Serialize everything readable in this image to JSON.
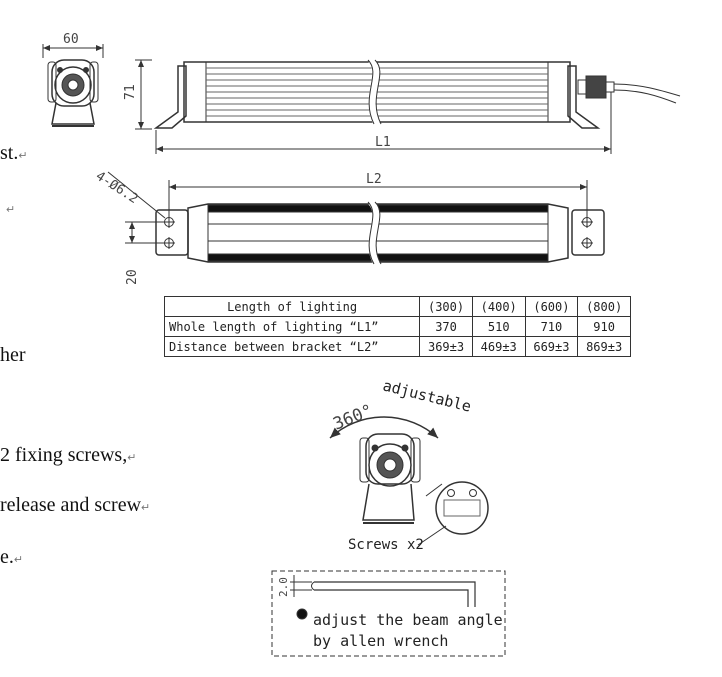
{
  "text_fragments": [
    {
      "text": "st.",
      "mark": "↵"
    },
    {
      "text": "",
      "mark": "↵"
    },
    {
      "text": "her",
      "mark": ""
    },
    {
      "text": "2 fixing screws,",
      "mark": "↵"
    },
    {
      "text": "release and screw",
      "mark": "↵"
    },
    {
      "text": "e.",
      "mark": "↵"
    }
  ],
  "side_view": {
    "width_label": "60",
    "height_label": "71"
  },
  "front_view": {
    "length_label": "L1"
  },
  "top_view": {
    "length_label": "L2",
    "hole_label": "4-Ø6.2",
    "offset_label": "20"
  },
  "spec_table": {
    "header": [
      "Length of lighting",
      "(300)",
      "(400)",
      "(600)",
      "(800)"
    ],
    "rows": [
      {
        "label": "Whole length of lighting “L1”",
        "values": [
          "370",
          "510",
          "710",
          "910"
        ]
      },
      {
        "label": "Distance between bracket “L2”",
        "values": [
          "369±3",
          "469±3",
          "669±3",
          "869±3"
        ]
      }
    ]
  },
  "rotation": {
    "angle_label": "360°",
    "adjust_label": "adjustable",
    "screws_label": "Screws x2"
  },
  "wrench_note": {
    "dim_label": "2.0",
    "line1": "adjust the beam angle",
    "line2": "by allen wrench"
  }
}
